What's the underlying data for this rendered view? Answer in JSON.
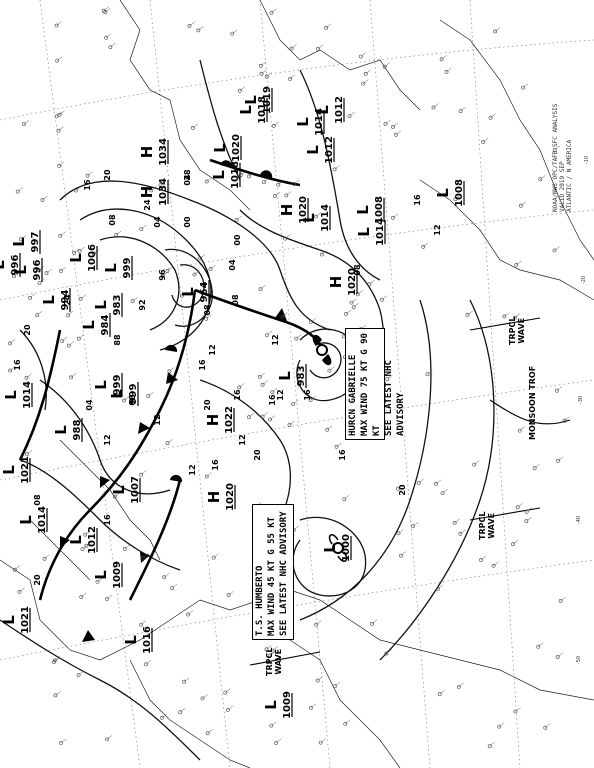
{
  "advisories": [
    {
      "line1": "HURCN GABRIELLE",
      "line2": "MAX WIND 75 KT G 90 KT",
      "line3": "SEE LATEST NHC ADVISORY"
    },
    {
      "line1": "T.S. HUMBERTO",
      "line2": "MAX WIND 45 KT G 55 KT",
      "line3": "SEE LATEST NHC ADVISORY"
    }
  ],
  "features": {
    "monsoon": "MONSOON TROF",
    "wave_line1": "TRPCL",
    "wave_line2": "WAVE"
  },
  "info": {
    "line1": "NOAA/NWS OPC/TAFB SFC ANALYSIS",
    "line2": "VALID 2019 SEP",
    "line3": "ATLANTIC / N AMERICA"
  },
  "pressure_centers": [
    {
      "type": "L",
      "value": "964"
    },
    {
      "type": "L",
      "value": "983"
    },
    {
      "type": "H",
      "value": "1020"
    },
    {
      "type": "H",
      "value": "1022"
    },
    {
      "type": "H",
      "value": "1020"
    },
    {
      "type": "H",
      "value": "1020"
    },
    {
      "type": "L",
      "value": "1000"
    },
    {
      "type": "L",
      "value": "1008"
    },
    {
      "type": "L",
      "value": "1014"
    },
    {
      "type": "L",
      "value": "1012"
    },
    {
      "type": "L",
      "value": "1016"
    },
    {
      "type": "L",
      "value": "1009"
    },
    {
      "type": "L",
      "value": "1007"
    },
    {
      "type": "L",
      "value": "1012"
    },
    {
      "type": "L",
      "value": "1014"
    },
    {
      "type": "L",
      "value": "1021"
    },
    {
      "type": "L",
      "value": "1014"
    },
    {
      "type": "L",
      "value": "988"
    },
    {
      "type": "L",
      "value": "999"
    },
    {
      "type": "L",
      "value": "984"
    },
    {
      "type": "L",
      "value": "983"
    },
    {
      "type": "L",
      "value": "994"
    },
    {
      "type": "L",
      "value": "996"
    },
    {
      "type": "L",
      "value": "997"
    },
    {
      "type": "L",
      "value": "996"
    },
    {
      "type": "L",
      "value": "999"
    },
    {
      "type": "L",
      "value": "1006"
    },
    {
      "type": "H",
      "value": "1034"
    },
    {
      "type": "H",
      "value": "1034"
    },
    {
      "type": "L",
      "value": "1020"
    },
    {
      "type": "L",
      "value": "1018"
    },
    {
      "type": "L",
      "value": "1018"
    },
    {
      "type": "L",
      "value": "1019"
    },
    {
      "type": "L",
      "value": "1014"
    },
    {
      "type": "L",
      "value": "1012"
    },
    {
      "type": "L",
      "value": "1014"
    },
    {
      "type": "L",
      "value": "1008"
    },
    {
      "type": "L",
      "value": "1021"
    },
    {
      "type": "L",
      "value": "1009"
    },
    {
      "type": "L",
      "value": "999"
    }
  ],
  "isobar_labels": [
    "16",
    "20",
    "24",
    "28",
    "08",
    "04",
    "00",
    "96",
    "92",
    "88",
    "12",
    "16",
    "20",
    "16",
    "12",
    "08",
    "04",
    "00",
    "16",
    "20",
    "12",
    "16",
    "12",
    "08",
    "04",
    "16",
    "20",
    "24",
    "12",
    "16",
    "08",
    "12",
    "16",
    "20",
    "04",
    "08",
    "12",
    "16",
    "20",
    "16",
    "12",
    "08"
  ],
  "lat_labels": [
    "-50",
    "-40",
    "-30",
    "-20",
    "-10"
  ]
}
